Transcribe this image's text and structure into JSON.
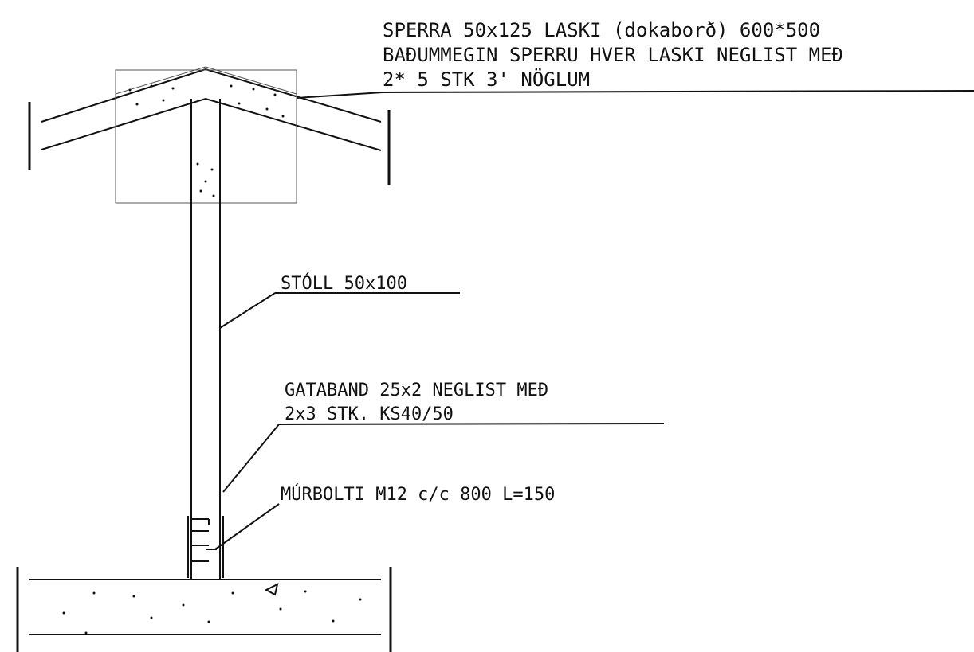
{
  "drawing": {
    "annotations": {
      "rafter": {
        "line1": "SPERRA 50x125 LASKI (dokaborð) 600*500",
        "line2": "BAÐUMMEGIN SPERRU HVER LASKI NEGLIST MEÐ",
        "line3": "2* 5 STK 3' NÖGLUM"
      },
      "stud": {
        "line1": "STÓLL 50x100"
      },
      "strap": {
        "line1": "GATABAND 25x2 NEGLIST MEÐ",
        "line2": "2x3 STK. KS40/50"
      },
      "anchor_bolt": {
        "line1": "MÚRBOLTI M12 c/c 800 L=150"
      }
    },
    "colors": {
      "ink": "#111111",
      "background": "#ffffff"
    }
  }
}
